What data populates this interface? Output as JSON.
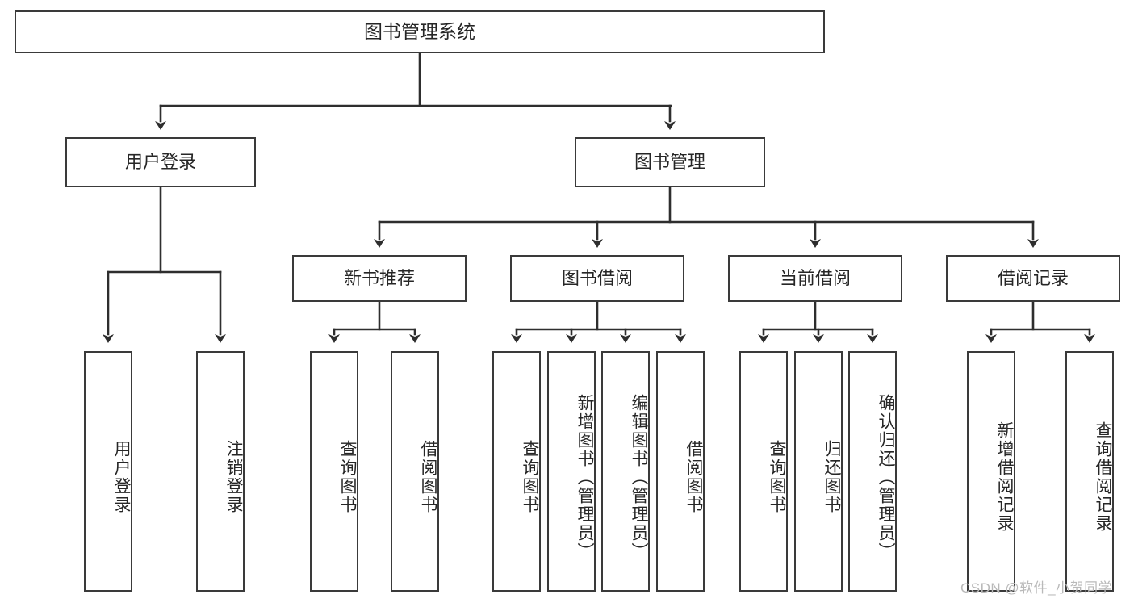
{
  "diagram": {
    "title": "图书管理系统",
    "type": "hierarchy-tree",
    "orientation": "top-down",
    "colors": {
      "node_border": "#3a3a3a",
      "node_fill": "#ffffff",
      "connector": "#2e2e2e",
      "text": "#262626",
      "watermark": "#b9b9b9",
      "background": "#ffffff"
    },
    "levels": [
      {
        "level": 1,
        "nodes": [
          {
            "id": "root",
            "label": "图书管理系统",
            "orientation": "horizontal"
          }
        ]
      },
      {
        "level": 2,
        "nodes": [
          {
            "id": "user-login",
            "label": "用户登录",
            "orientation": "horizontal",
            "parent": "root"
          },
          {
            "id": "book-manage",
            "label": "图书管理",
            "orientation": "horizontal",
            "parent": "root"
          }
        ]
      },
      {
        "level": 3,
        "nodes": [
          {
            "id": "new-book-recommend",
            "label": "新书推荐",
            "orientation": "horizontal",
            "parent": "book-manage"
          },
          {
            "id": "book-borrow",
            "label": "图书借阅",
            "orientation": "horizontal",
            "parent": "book-manage"
          },
          {
            "id": "current-borrow",
            "label": "当前借阅",
            "orientation": "horizontal",
            "parent": "book-manage"
          },
          {
            "id": "borrow-record",
            "label": "借阅记录",
            "orientation": "horizontal",
            "parent": "book-manage"
          }
        ]
      },
      {
        "level": 4,
        "nodes": [
          {
            "id": "leaf-user-login",
            "label": "用户登录",
            "orientation": "vertical",
            "parent": "user-login"
          },
          {
            "id": "leaf-logout-login",
            "label": "注销登录",
            "orientation": "vertical",
            "parent": "user-login"
          },
          {
            "id": "leaf-query-book-1",
            "label": "查询图书",
            "orientation": "vertical",
            "parent": "new-book-recommend"
          },
          {
            "id": "leaf-borrow-book-1",
            "label": "借阅图书",
            "orientation": "vertical",
            "parent": "new-book-recommend"
          },
          {
            "id": "leaf-query-book-2",
            "label": "查询图书",
            "orientation": "vertical",
            "parent": "book-borrow"
          },
          {
            "id": "leaf-add-book",
            "label": "新增图书（管理员）",
            "orientation": "vertical",
            "parent": "book-borrow"
          },
          {
            "id": "leaf-edit-book",
            "label": "编辑图书（管理员）",
            "orientation": "vertical",
            "parent": "book-borrow"
          },
          {
            "id": "leaf-borrow-book-2",
            "label": "借阅图书",
            "orientation": "vertical",
            "parent": "book-borrow"
          },
          {
            "id": "leaf-query-book-3",
            "label": "查询图书",
            "orientation": "vertical",
            "parent": "current-borrow"
          },
          {
            "id": "leaf-return-book",
            "label": "归还图书",
            "orientation": "vertical",
            "parent": "current-borrow"
          },
          {
            "id": "leaf-confirm-return",
            "label": "确认归还（管理员）",
            "orientation": "vertical",
            "parent": "current-borrow"
          },
          {
            "id": "leaf-add-record",
            "label": "新增借阅记录",
            "orientation": "vertical",
            "parent": "borrow-record"
          },
          {
            "id": "leaf-query-record",
            "label": "查询借阅记录",
            "orientation": "vertical",
            "parent": "borrow-record"
          }
        ]
      }
    ],
    "watermark": "CSDN @软件_小贺同学"
  }
}
